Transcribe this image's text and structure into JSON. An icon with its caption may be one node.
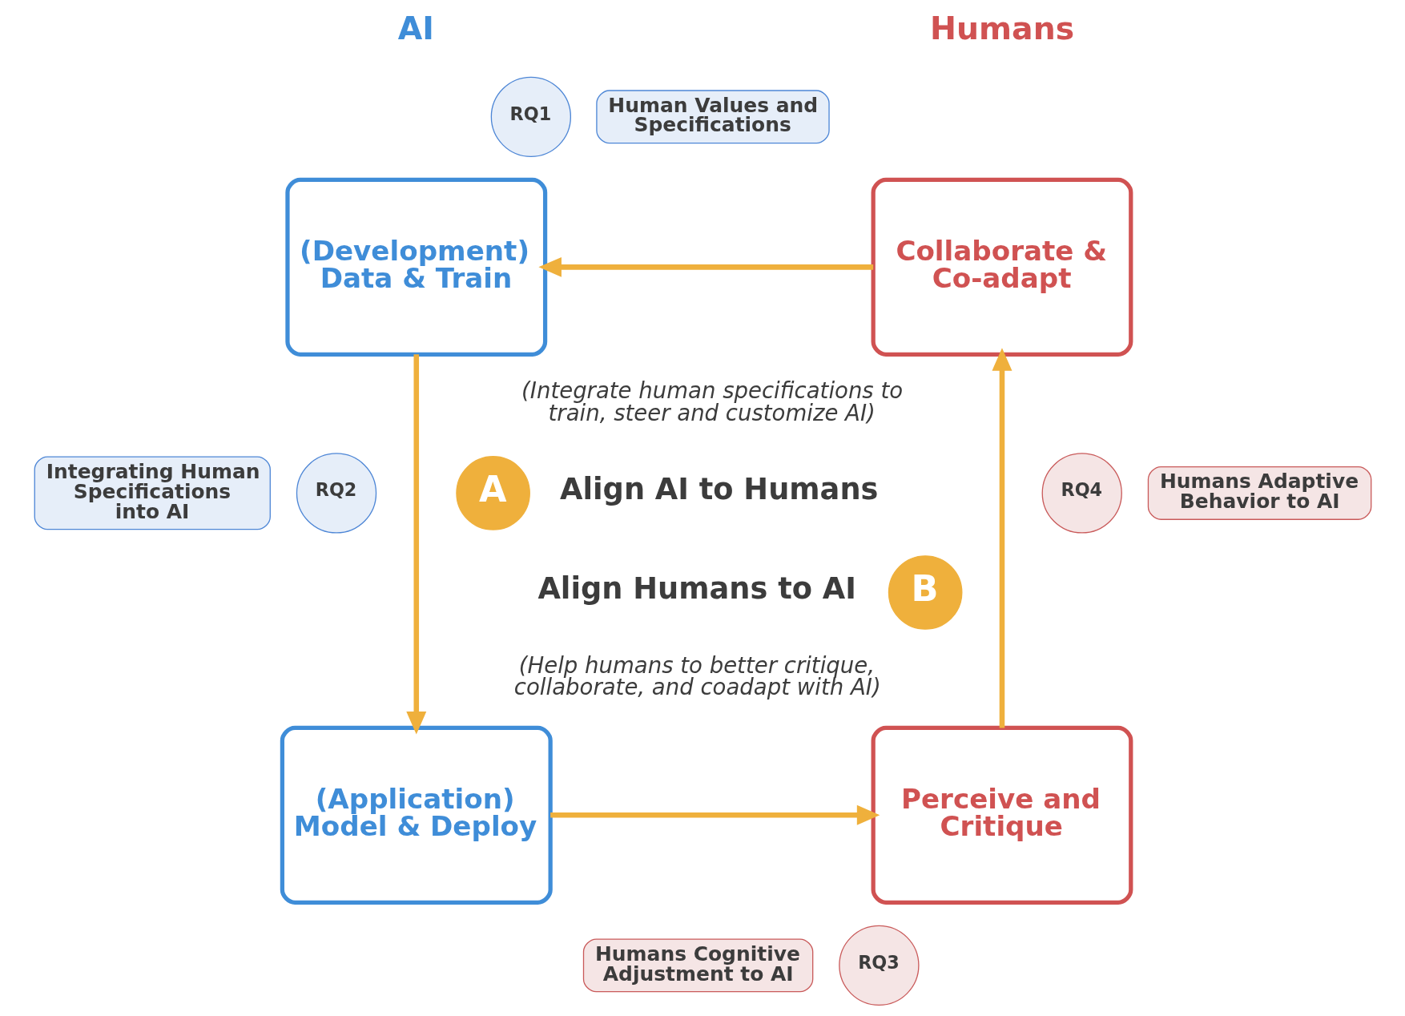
{
  "diagram": {
    "nodes": [
      {
        "text": [
          "(Development)",
          "Data & Train"
        ]
      },
      {
        "text": [
          "RQ1"
        ]
      },
      {
        "text": [
          "Human Values and Specifications"
        ]
      },
      {
        "text": [
          "Collaborate & Co-adapt"
        ]
      },
      {
        "text": [
          "A"
        ]
      },
      {
        "text": [
          "Integrating Human Specifications into AI"
        ]
      },
      {
        "text": [
          "RQ2"
        ]
      },
      {
        "text": [
          "RQ4"
        ]
      },
      {
        "text": [
          "Humans Adaptive Behavior to AI"
        ]
      },
      {
        "text": [
          "B"
        ]
      },
      {
        "text": [
          "(Application)",
          "Model & Deploy"
        ]
      },
      {
        "text": [
          "Perceive and Critique"
        ]
      },
      {
        "text": [
          "Humans Cognitive Adjustment to AI"
        ]
      },
      {
        "text": [
          "RQ3"
        ]
      }
    ],
    "edges": [
      {
        "from": 3,
        "to": 0,
        "arrow": "to"
      },
      {
        "from": 0,
        "to": 10,
        "arrow": "to"
      },
      {
        "from": 10,
        "to": 11,
        "arrow": "to"
      },
      {
        "from": 11,
        "to": 3,
        "arrow": "to"
      }
    ],
    "labels": [
      "AI",
      "Humans",
      "(Integrate human specifications to train, steer and customize AI)",
      "Align AI to Humans",
      "Align Humans to AI",
      "(Help humans to better critique, collaborate, and coadapt with AI)"
    ]
  }
}
